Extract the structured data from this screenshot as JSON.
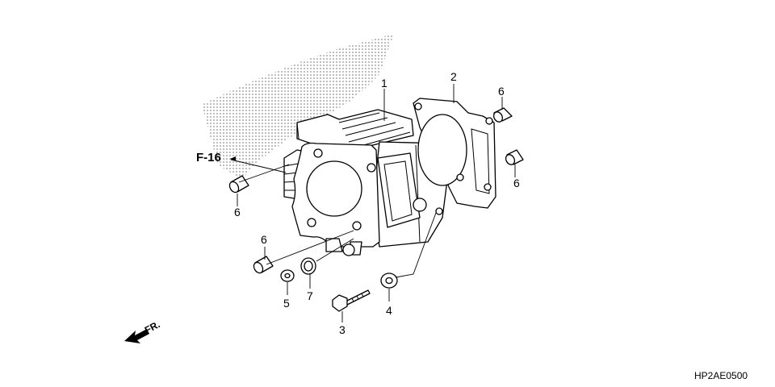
{
  "diagram": {
    "reference": "F-16",
    "direction_label": "FR.",
    "code": "HP2AE0500",
    "callouts": {
      "c1": "1",
      "c2": "2",
      "c3": "3",
      "c4": "4",
      "c5": "5",
      "c6a": "6",
      "c6b": "6",
      "c6c": "6",
      "c6d": "6",
      "c7": "7"
    }
  },
  "colors": {
    "line": "#000000",
    "background": "#ffffff",
    "shading": "#666666"
  }
}
